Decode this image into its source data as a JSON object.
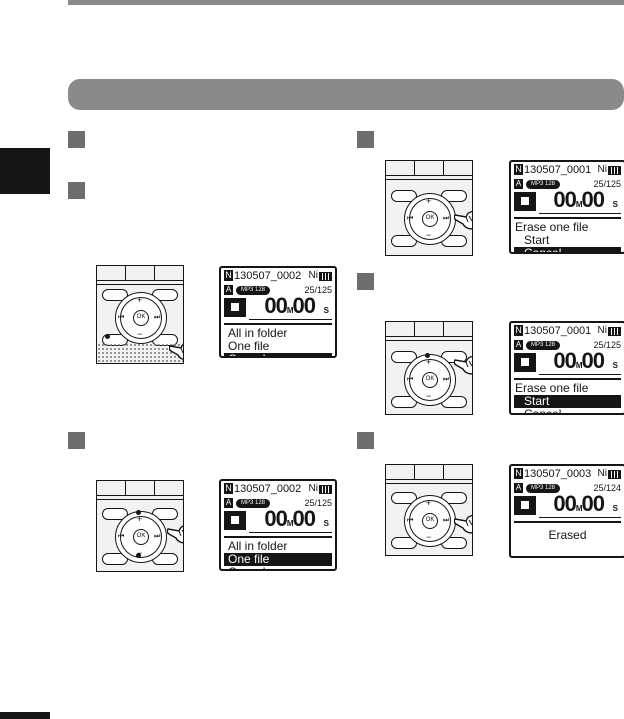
{
  "steps": [
    "",
    "",
    "",
    "",
    "",
    "",
    ""
  ],
  "lcd_screens": [
    {
      "file": "130507_0002",
      "bitrate": "MP3 128",
      "count": "25/125",
      "options": [
        "All in folder",
        "One file",
        "Cancel"
      ],
      "selected": 2
    },
    {
      "file": "130507_0002",
      "bitrate": "MP3 128",
      "count": "25/125",
      "options": [
        "All in folder",
        "One file",
        "Cancel"
      ],
      "selected": 1
    },
    {
      "file": "130507_0001",
      "bitrate": "MP3 128",
      "count": "25/125",
      "header": "Erase one file",
      "options": [
        "Start",
        "Cancel"
      ],
      "selected": 1
    },
    {
      "file": "130507_0001",
      "bitrate": "MP3 128",
      "count": "25/125",
      "header": "Erase one file",
      "options": [
        "Start",
        "Cancel"
      ],
      "selected": 0
    },
    {
      "file": "130507_0003",
      "bitrate": "MP3 128",
      "count": "25/124",
      "message": "Erased"
    }
  ],
  "lcd_common": {
    "ni": "Ni",
    "n": "N",
    "a": "A",
    "time_min": "00",
    "time_sec": "00",
    "m": "M",
    "s": "S"
  },
  "device": {
    "ok": "OK",
    "plus": "+",
    "minus": "−",
    "prev": "⏮",
    "next": "⏭"
  },
  "colors": {
    "banner": "#8a8a8a",
    "tab": "#151515",
    "step": "#6e6e6e"
  }
}
